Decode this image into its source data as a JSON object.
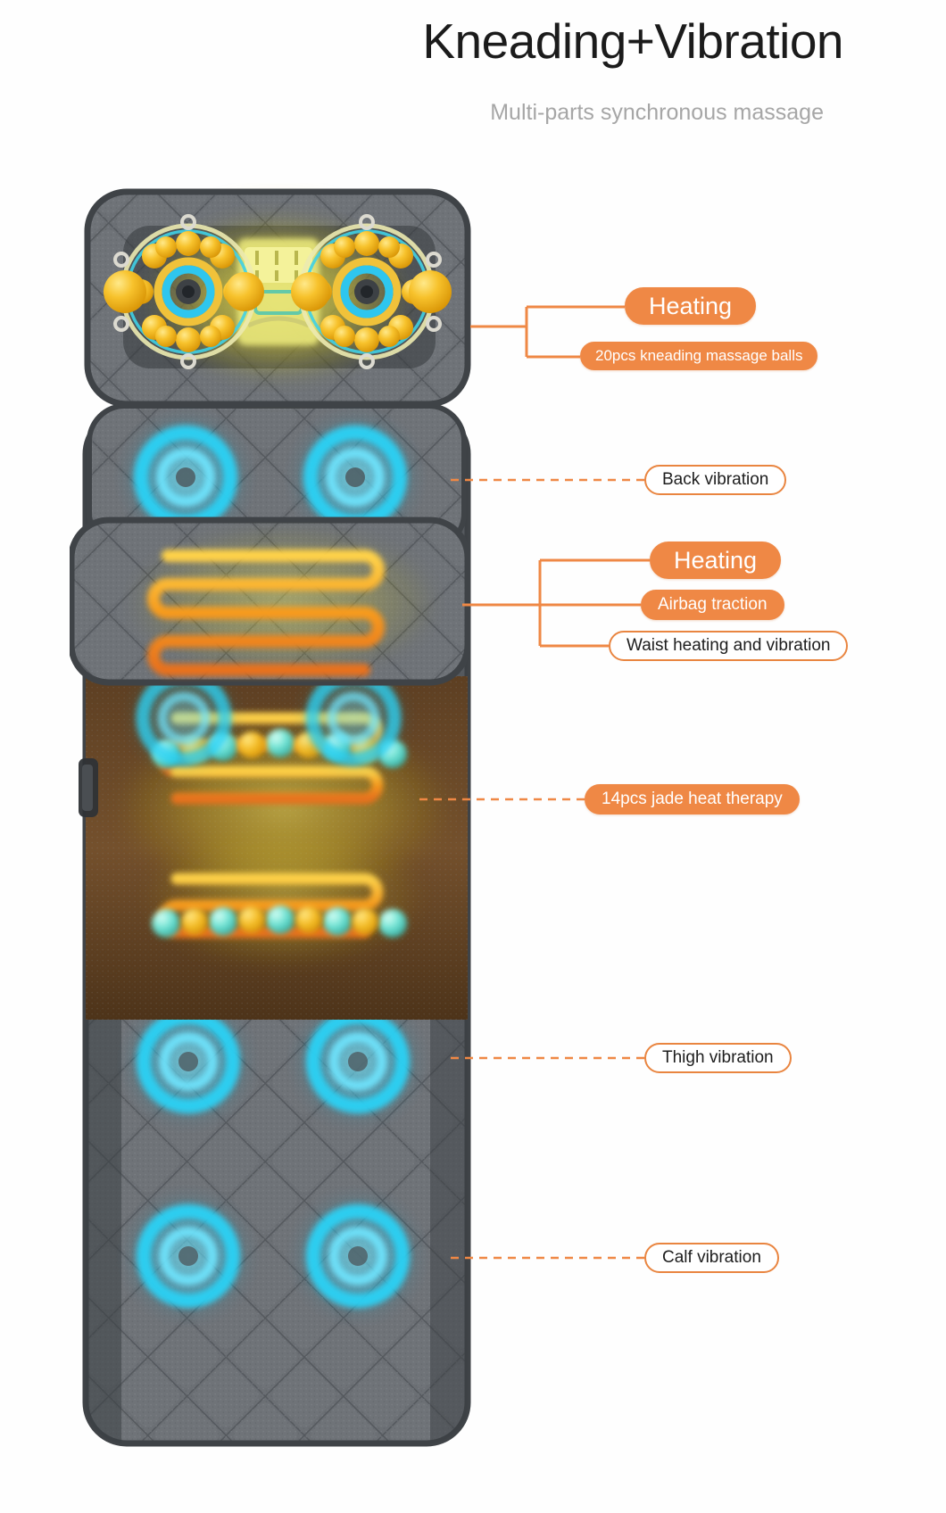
{
  "header": {
    "title": "Kneading+Vibration",
    "subtitle": "Multi-parts synchronous massage"
  },
  "colors": {
    "accent_orange": "#ef8845",
    "pill_outline_border": "#e98540",
    "text_dark": "#1d1d1d",
    "text_muted": "#a6a6a6",
    "mat_gray": "#6a6e72",
    "vibration_cyan": "#22c8ec",
    "heating_yellow": "#f2e23a",
    "heating_orange": "#f5a31e",
    "jade_band_brown": "#6b4a2a"
  },
  "callouts": [
    {
      "id": "heating-top",
      "label": "Heating",
      "style": "solid",
      "size": "big",
      "connector": "bracket"
    },
    {
      "id": "kneading-balls",
      "label": "20pcs kneading massage balls",
      "style": "solid",
      "size": "small",
      "connector": "bracket"
    },
    {
      "id": "back-vibration",
      "label": "Back vibration",
      "style": "outline",
      "size": "smallish",
      "connector": "dashed"
    },
    {
      "id": "heating-waist",
      "label": "Heating",
      "style": "solid",
      "size": "big",
      "connector": "bracket"
    },
    {
      "id": "airbag-traction",
      "label": "Airbag traction",
      "style": "solid",
      "size": "smallish",
      "connector": "bracket"
    },
    {
      "id": "waist-heating-vibration",
      "label": "Waist heating and vibration",
      "style": "outline",
      "size": "smallish",
      "connector": "bracket"
    },
    {
      "id": "jade-heat-therapy",
      "label": "14pcs jade heat therapy",
      "style": "solid",
      "size": "smallish",
      "connector": "dashed"
    },
    {
      "id": "thigh-vibration",
      "label": "Thigh vibration",
      "style": "outline",
      "size": "smallish",
      "connector": "dashed"
    },
    {
      "id": "calf-vibration",
      "label": "Calf vibration",
      "style": "outline",
      "size": "smallish",
      "connector": "dashed"
    }
  ],
  "product": {
    "name": "massage-mattress",
    "sections": [
      {
        "name": "headrest-pillow",
        "feature": "kneading-heating"
      },
      {
        "name": "back-panel",
        "feature": "vibration"
      },
      {
        "name": "waist-pillow",
        "feature": "airbag-heating"
      },
      {
        "name": "jade-band",
        "feature": "jade-heat-therapy"
      },
      {
        "name": "hip-panel",
        "feature": "vibration"
      },
      {
        "name": "thigh-panel",
        "feature": "vibration"
      },
      {
        "name": "calf-panel",
        "feature": "vibration"
      }
    ]
  }
}
